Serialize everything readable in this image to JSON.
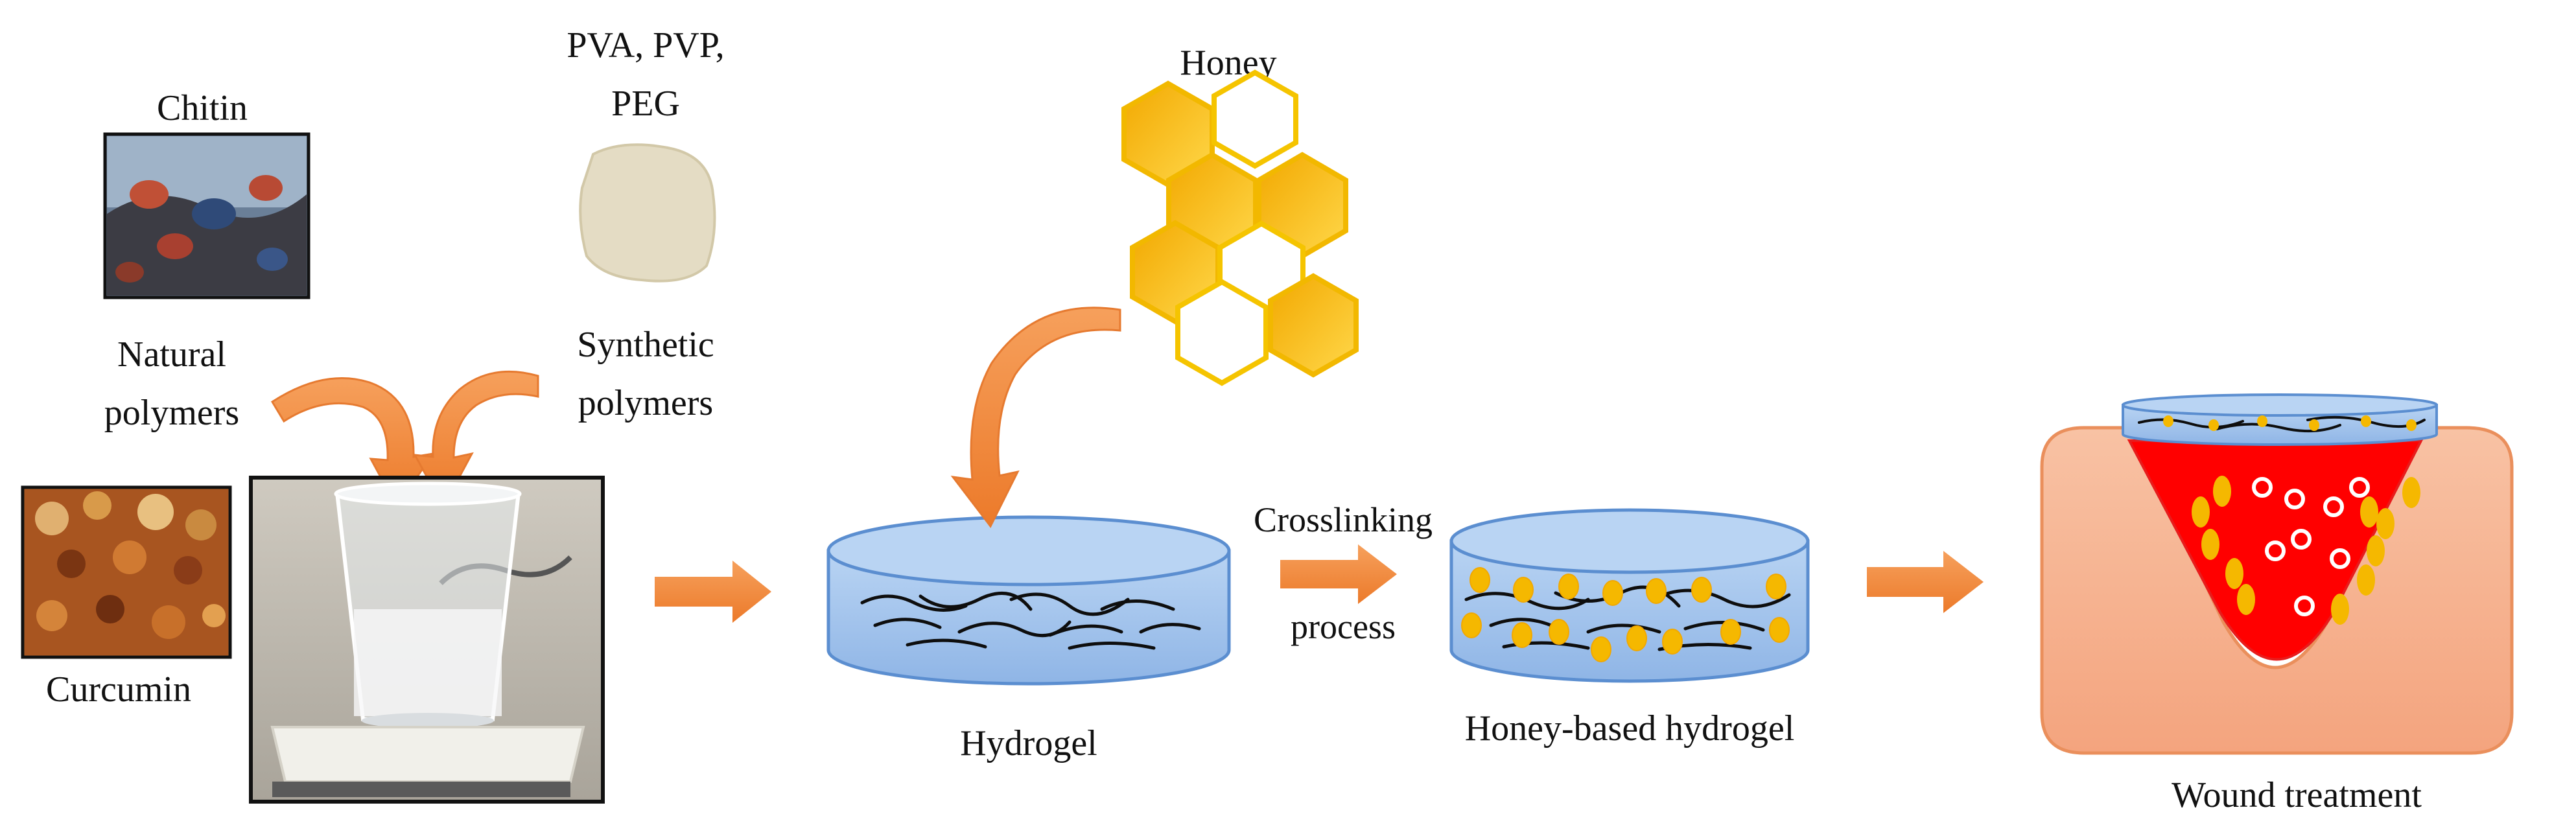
{
  "labels": {
    "chitin": "Chitin",
    "synthetic_names_line1": "PVA, PVP,",
    "synthetic_names_line2": "PEG",
    "honey": "Honey",
    "natural_polymers_line1": "Natural",
    "natural_polymers_line2": "polymers",
    "synthetic_polymers_line1": "Synthetic",
    "synthetic_polymers_line2": "polymers",
    "curcumin": "Curcumin",
    "crosslinking_line1": "Crosslinking",
    "crosslinking_line2": "process",
    "hydrogel": "Hydrogel",
    "honey_hydrogel": "Honey-based hydrogel",
    "wound_treatment": "Wound treatment"
  },
  "colors": {
    "arrow": "#f08a3c",
    "honey_fill": "#f5b800",
    "honey_stroke": "#f5c400",
    "gel_fill": "#a8c8ee",
    "gel_stroke": "#5b8ed0",
    "skin": "#f5b08e",
    "wound": "#ff0000"
  }
}
